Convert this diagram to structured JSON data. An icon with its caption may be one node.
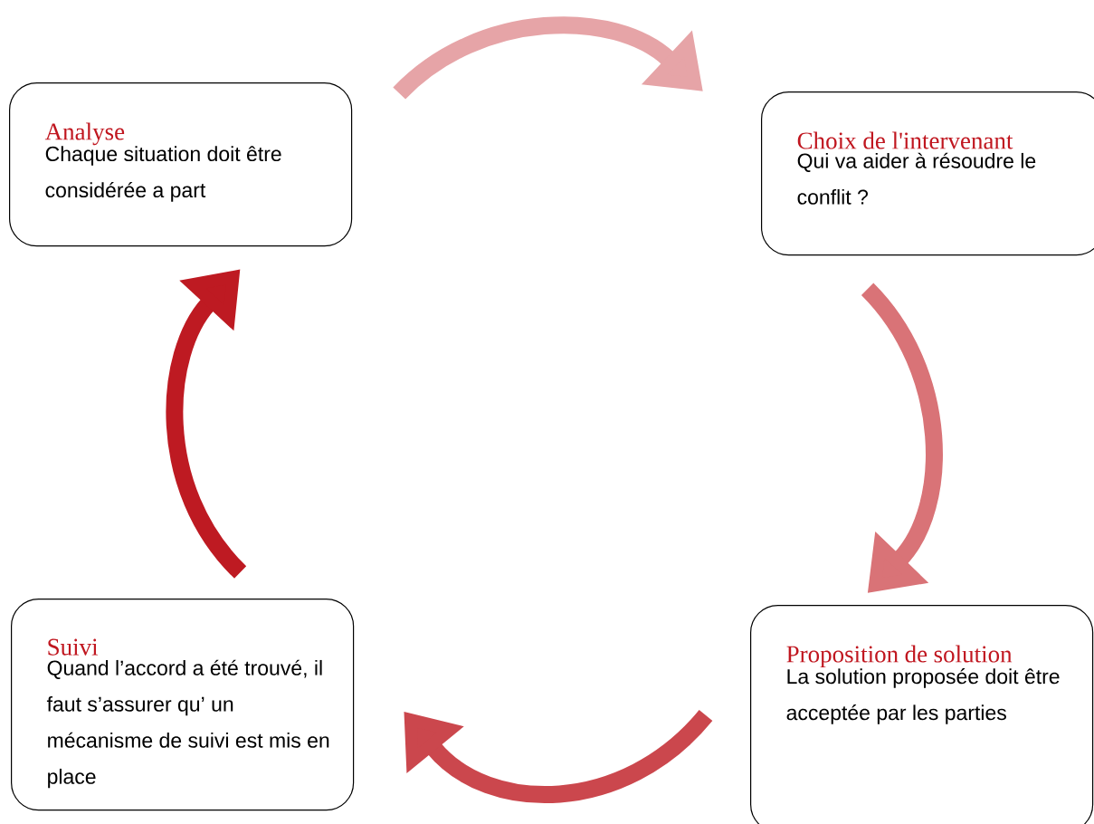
{
  "diagram": {
    "nodes": [
      {
        "text": [
          "Analyse",
          "Chaque situation doit être considérée a part"
        ]
      },
      {
        "text": [
          "Choix de l'intervenant",
          "Qui va aider à résoudre le conflit ?"
        ]
      },
      {
        "text": [
          "Proposition de solution",
          "La solution proposée doit être acceptée par les parties"
        ]
      },
      {
        "text": [
          "Suivi",
          "Quand l’accord a été trouvé, il faut s’assurer qu’ un mécanisme de suivi est mis en place"
        ]
      }
    ],
    "edges": [
      {
        "from": 0,
        "to": 1,
        "arrow": "to",
        "color": "#e6a4a7"
      },
      {
        "from": 1,
        "to": 2,
        "arrow": "to",
        "color": "#d97377"
      },
      {
        "from": 2,
        "to": 3,
        "arrow": "to",
        "color": "#cb474d"
      },
      {
        "from": 3,
        "to": 0,
        "arrow": "to",
        "color": "#be1a22"
      }
    ]
  }
}
